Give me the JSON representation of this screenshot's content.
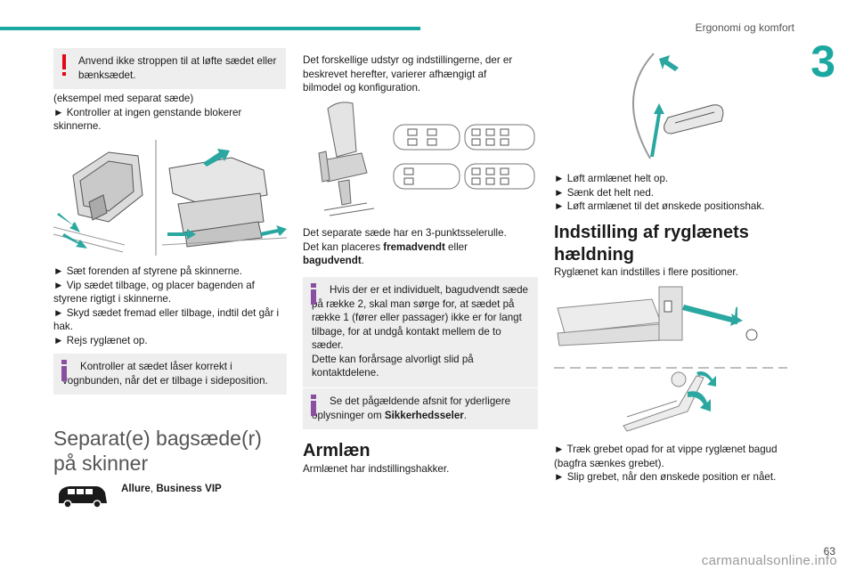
{
  "header": {
    "section_title": "Ergonomi og komfort",
    "chapter_number": "3"
  },
  "footer": {
    "page_number": "63",
    "watermark": "carmanualsonline.info"
  },
  "col1": {
    "warning_box": {
      "icon": "exclamation-warning-icon",
      "text": "Anvend ikke stroppen til at løfte sædet eller bænksædet."
    },
    "intro_lines": [
      "(eksempel med separat sæde)",
      "► Kontroller at ingen genstande blokerer skinnerne."
    ],
    "steps": [
      "► Sæt forenden af styrene på skinnerne.",
      "► Vip sædet tilbage, og placer bagenden af styrene rigtigt i skinnerne.",
      "► Skyd sædet fremad eller tilbage, indtil det går i hak.",
      "► Rejs ryglænet op."
    ],
    "info_box": {
      "icon": "info-icon",
      "text": "Kontroller at sædet låser korrekt i vognbunden, når det er tilbage i sideposition."
    },
    "section_heading": "Separat(e) bagsæde(r) på skinner",
    "version": {
      "icon": "van-icon",
      "label_1": "Allure",
      "separator": ", ",
      "label_2": "Business VIP"
    }
  },
  "col2": {
    "intro": "Det forskellige udstyr og indstillingerne, der er beskrevet herefter, varierer afhængigt af bilmodel og konfiguration.",
    "seat_text_1": "Det separate sæde har en 3-punktsselerulle.",
    "seat_text_2_pre": "Det kan placeres ",
    "seat_text_2_bold1": "fremadvendt",
    "seat_text_2_mid": " eller ",
    "seat_text_2_bold2": "bagudvendt",
    "seat_text_2_post": ".",
    "info_box_1": {
      "icon": "info-icon",
      "text": "Hvis der er et individuelt, bagudvendt sæde på række 2, skal man sørge for, at sædet på række 1 (fører eller passager) ikke er for langt tilbage, for at undgå kontakt mellem de to sæder.",
      "text_2": "Dette kan forårsage alvorligt slid på kontaktdelene."
    },
    "info_box_2": {
      "icon": "info-icon",
      "text_pre": "Se det pågældende afsnit for yderligere oplysninger om ",
      "text_bold": "Sikkerhedsseler",
      "text_post": "."
    },
    "armrest_heading": "Armlæn",
    "armrest_text": "Armlænet har indstillingshakker."
  },
  "col3": {
    "armrest_steps": [
      "► Løft armlænet helt op.",
      "► Sænk det helt ned.",
      "► Løft armlænet til det ønskede positionshak."
    ],
    "recline_heading": "Indstilling af ryglænets hældning",
    "recline_text": "Ryglænet kan indstilles i flere positioner.",
    "recline_steps": [
      "► Træk grebet opad for at vippe ryglænet bagud (bagfra sænkes grebet).",
      "► Slip grebet, når den ønskede position er nået."
    ]
  },
  "colors": {
    "accent": "#1aa8a0",
    "warning_red": "#e30613",
    "info_purple": "#8a4fa0",
    "box_bg": "#eeeeee"
  }
}
